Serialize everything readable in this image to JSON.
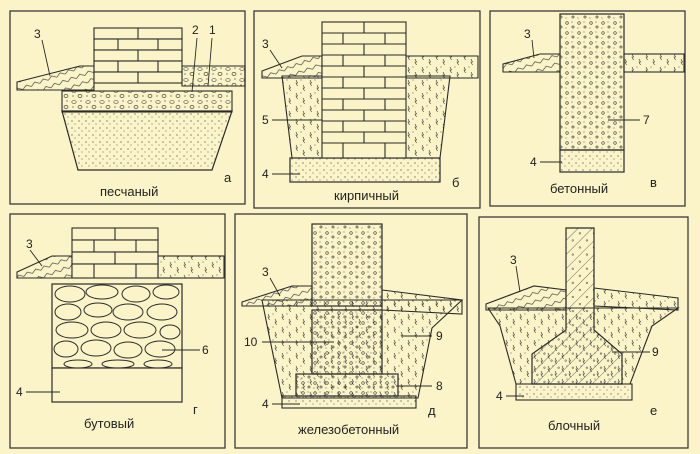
{
  "panels": [
    {
      "key": "a",
      "caption": "песчаный",
      "letter": "а",
      "labels": [
        "3",
        "2",
        "1"
      ]
    },
    {
      "key": "b",
      "caption": "кирпичный",
      "letter": "б",
      "labels": [
        "3",
        "5",
        "4"
      ]
    },
    {
      "key": "v",
      "caption": "бетонный",
      "letter": "в",
      "labels": [
        "3",
        "7",
        "4"
      ]
    },
    {
      "key": "g",
      "caption": "бутовый",
      "letter": "г",
      "labels": [
        "3",
        "6",
        "4"
      ]
    },
    {
      "key": "d",
      "caption": "железобетонный",
      "letter": "д",
      "labels": [
        "3",
        "10",
        "9",
        "8",
        "4"
      ]
    },
    {
      "key": "e",
      "caption": "блочный",
      "letter": "е",
      "labels": [
        "3",
        "9",
        "4"
      ]
    }
  ],
  "colors": {
    "background": "#fbf4c8",
    "frame": "#3a3a3a",
    "line": "#2a2a2a"
  }
}
